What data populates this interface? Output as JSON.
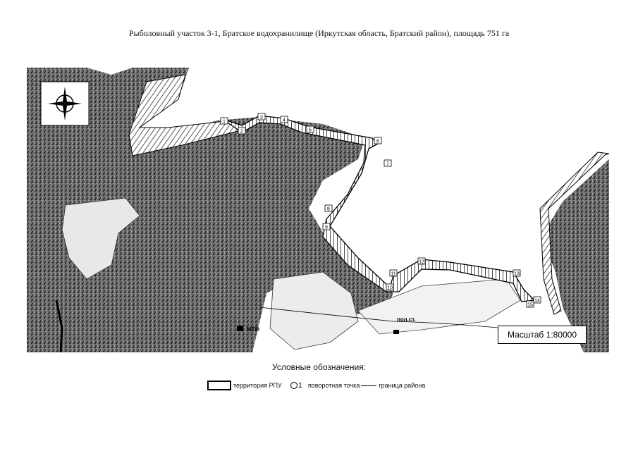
{
  "title": "Рыболовный участок 3-1, Братское водохранилище (Иркутская область, Братский район), площадь 751 га",
  "map": {
    "turning_points": [
      "1",
      "2",
      "3",
      "4",
      "5",
      "6",
      "7",
      "8",
      "9",
      "10",
      "11",
      "12",
      "13",
      "14",
      "15"
    ],
    "labels": {
      "mtf": "МТФ",
      "pol_st": "пол.ст."
    }
  },
  "scale": "Масштаб 1:80000",
  "legend": {
    "title": "Условные обозначения:",
    "territory": "территория РПУ",
    "point_symbol_number": "1",
    "turning_point": "поворотная точка",
    "district_border": "граница района"
  },
  "colors": {
    "terrain": "#5a5a5a",
    "hatch": "#000000",
    "water": "#ffffff"
  }
}
